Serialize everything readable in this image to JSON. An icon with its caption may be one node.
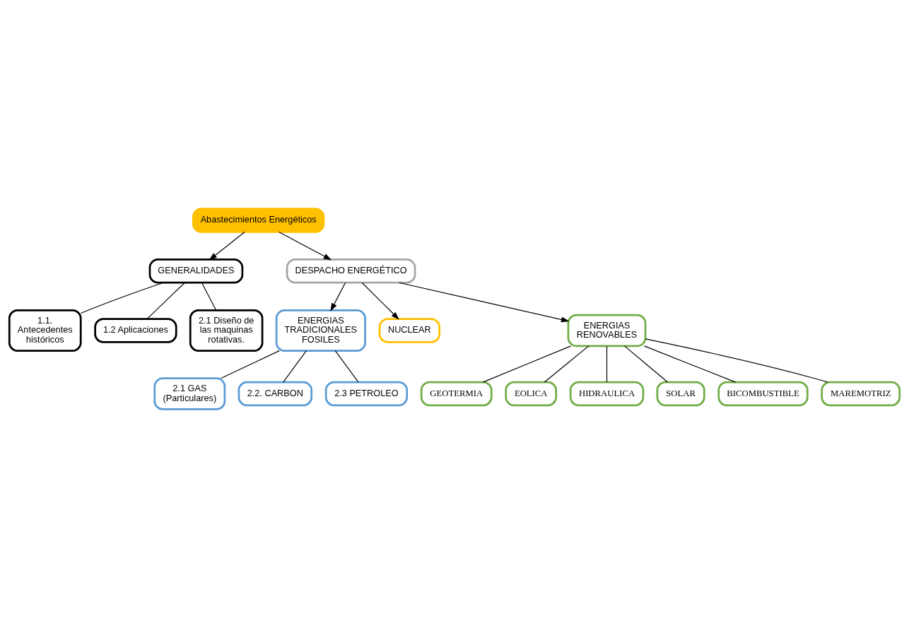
{
  "diagram": {
    "nodes": [
      {
        "text": [
          "Abastecimientos Energéticos"
        ]
      },
      {
        "text": [
          "GENERALIDADES"
        ]
      },
      {
        "text": [
          "DESPACHO ENERGÉTICO"
        ]
      },
      {
        "text": [
          "1.1. Antecedentes históricos"
        ]
      },
      {
        "text": [
          "1.2 Aplicaciones"
        ]
      },
      {
        "text": [
          "2.1 Diseño de las maquinas rotativas."
        ]
      },
      {
        "text": [
          "ENERGIAS TRADICIONALES FOSILES"
        ]
      },
      {
        "text": [
          "NUCLEAR"
        ]
      },
      {
        "text": [
          "ENERGIAS RENOVABLES"
        ]
      },
      {
        "text": [
          "2.1 GAS (Particulares)"
        ]
      },
      {
        "text": [
          "2.2. CARBON"
        ]
      },
      {
        "text": [
          "2.3 PETROLEO"
        ]
      },
      {
        "text": [
          "GEOTERMIA"
        ]
      },
      {
        "text": [
          "EOLICA"
        ]
      },
      {
        "text": [
          "HIDRAULICA"
        ]
      },
      {
        "text": [
          "SOLAR"
        ]
      },
      {
        "text": [
          "BICOMBUSTIBLE"
        ]
      },
      {
        "text": [
          "MAREMOTRIZ"
        ]
      }
    ],
    "edges": [
      {
        "from": 0,
        "to": 1,
        "arrow": "to"
      },
      {
        "from": 0,
        "to": 2,
        "arrow": "to"
      },
      {
        "from": 2,
        "to": 6,
        "arrow": "to"
      },
      {
        "from": 2,
        "to": 7,
        "arrow": "to"
      },
      {
        "from": 2,
        "to": 8,
        "arrow": "to"
      },
      {
        "from": 1,
        "to": 3,
        "arrow": "none"
      },
      {
        "from": 1,
        "to": 4,
        "arrow": "none"
      },
      {
        "from": 1,
        "to": 5,
        "arrow": "none"
      },
      {
        "from": 6,
        "to": 9,
        "arrow": "none"
      },
      {
        "from": 6,
        "to": 10,
        "arrow": "none"
      },
      {
        "from": 6,
        "to": 11,
        "arrow": "none"
      },
      {
        "from": 8,
        "to": 12,
        "arrow": "none"
      },
      {
        "from": 8,
        "to": 13,
        "arrow": "none"
      },
      {
        "from": 8,
        "to": 14,
        "arrow": "none"
      },
      {
        "from": 8,
        "to": 15,
        "arrow": "none"
      },
      {
        "from": 8,
        "to": 16,
        "arrow": "none"
      },
      {
        "from": 8,
        "to": 17,
        "arrow": "none"
      }
    ]
  }
}
